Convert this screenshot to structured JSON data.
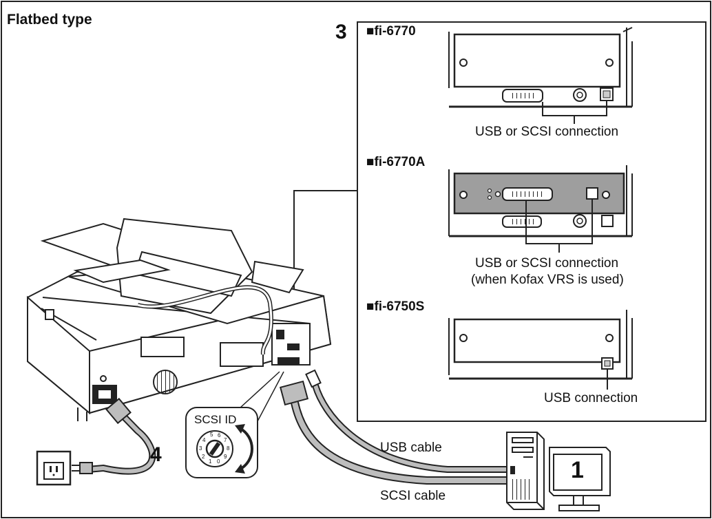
{
  "title": "Flatbed type",
  "steps": {
    "step3": "3",
    "step4": "4",
    "step1": "1"
  },
  "models": [
    {
      "name": "■fi-6770",
      "caption": [
        "USB or SCSI connection"
      ]
    },
    {
      "name": "■fi-6770A",
      "caption": [
        "USB or SCSI connection",
        "(when Kofax VRS is used)"
      ]
    },
    {
      "name": "■fi-6750S",
      "caption": [
        "USB connection"
      ]
    }
  ],
  "scsi_id": {
    "label": "SCSI ID",
    "dial_digits": [
      "0",
      "1",
      "2",
      "3",
      "4",
      "5",
      "6",
      "7",
      "8",
      "9"
    ]
  },
  "cables": {
    "usb": "USB cable",
    "scsi": "SCSI cable"
  },
  "colors": {
    "stroke": "#1a1a1a",
    "cable_gray": "#bdbdbd",
    "panel_gray": "#9e9e9e",
    "paper": "#ffffff"
  },
  "icons": {
    "outlet": "power-outlet-icon",
    "plug": "power-plug-icon",
    "pc": "desktop-computer-icon",
    "monitor": "monitor-icon",
    "scanner": "flatbed-scanner-icon",
    "dial": "rotary-switch-icon",
    "usb_port": "usb-port-icon",
    "scsi_port": "scsi-port-icon"
  }
}
